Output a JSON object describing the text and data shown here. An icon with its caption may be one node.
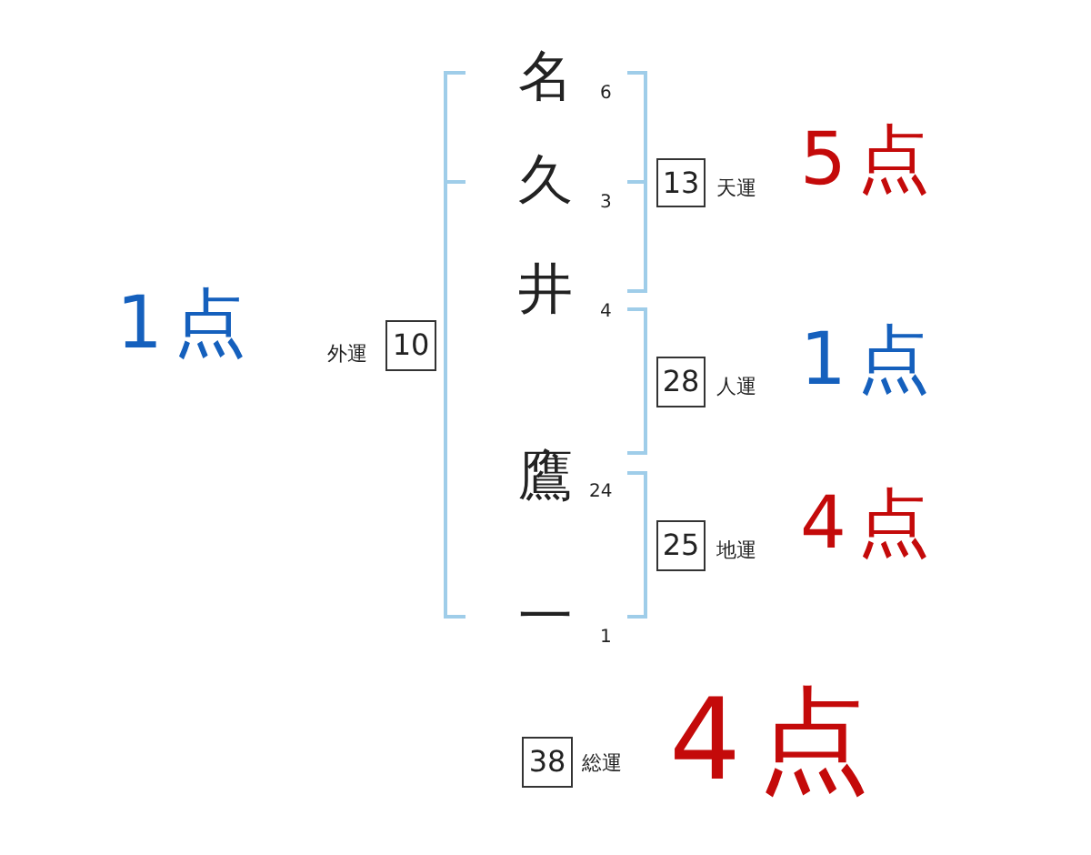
{
  "diagram": {
    "nodes": [
      {
        "text": [
          "10"
        ],
        "beside": [
          "外運",
          "1点"
        ]
      },
      {
        "text": [
          "13"
        ],
        "beside": [
          "天運",
          "5点"
        ]
      },
      {
        "text": [
          "28"
        ],
        "beside": [
          "人運",
          "1点"
        ]
      },
      {
        "text": [
          "25"
        ],
        "beside": [
          "地運",
          "4点"
        ]
      },
      {
        "text": [
          "38"
        ],
        "beside": [
          "総運",
          "4点"
        ]
      }
    ],
    "labels": [
      "名",
      "6",
      "久",
      "3",
      "井",
      "4",
      "鷹",
      "24",
      "一",
      "1"
    ]
  }
}
